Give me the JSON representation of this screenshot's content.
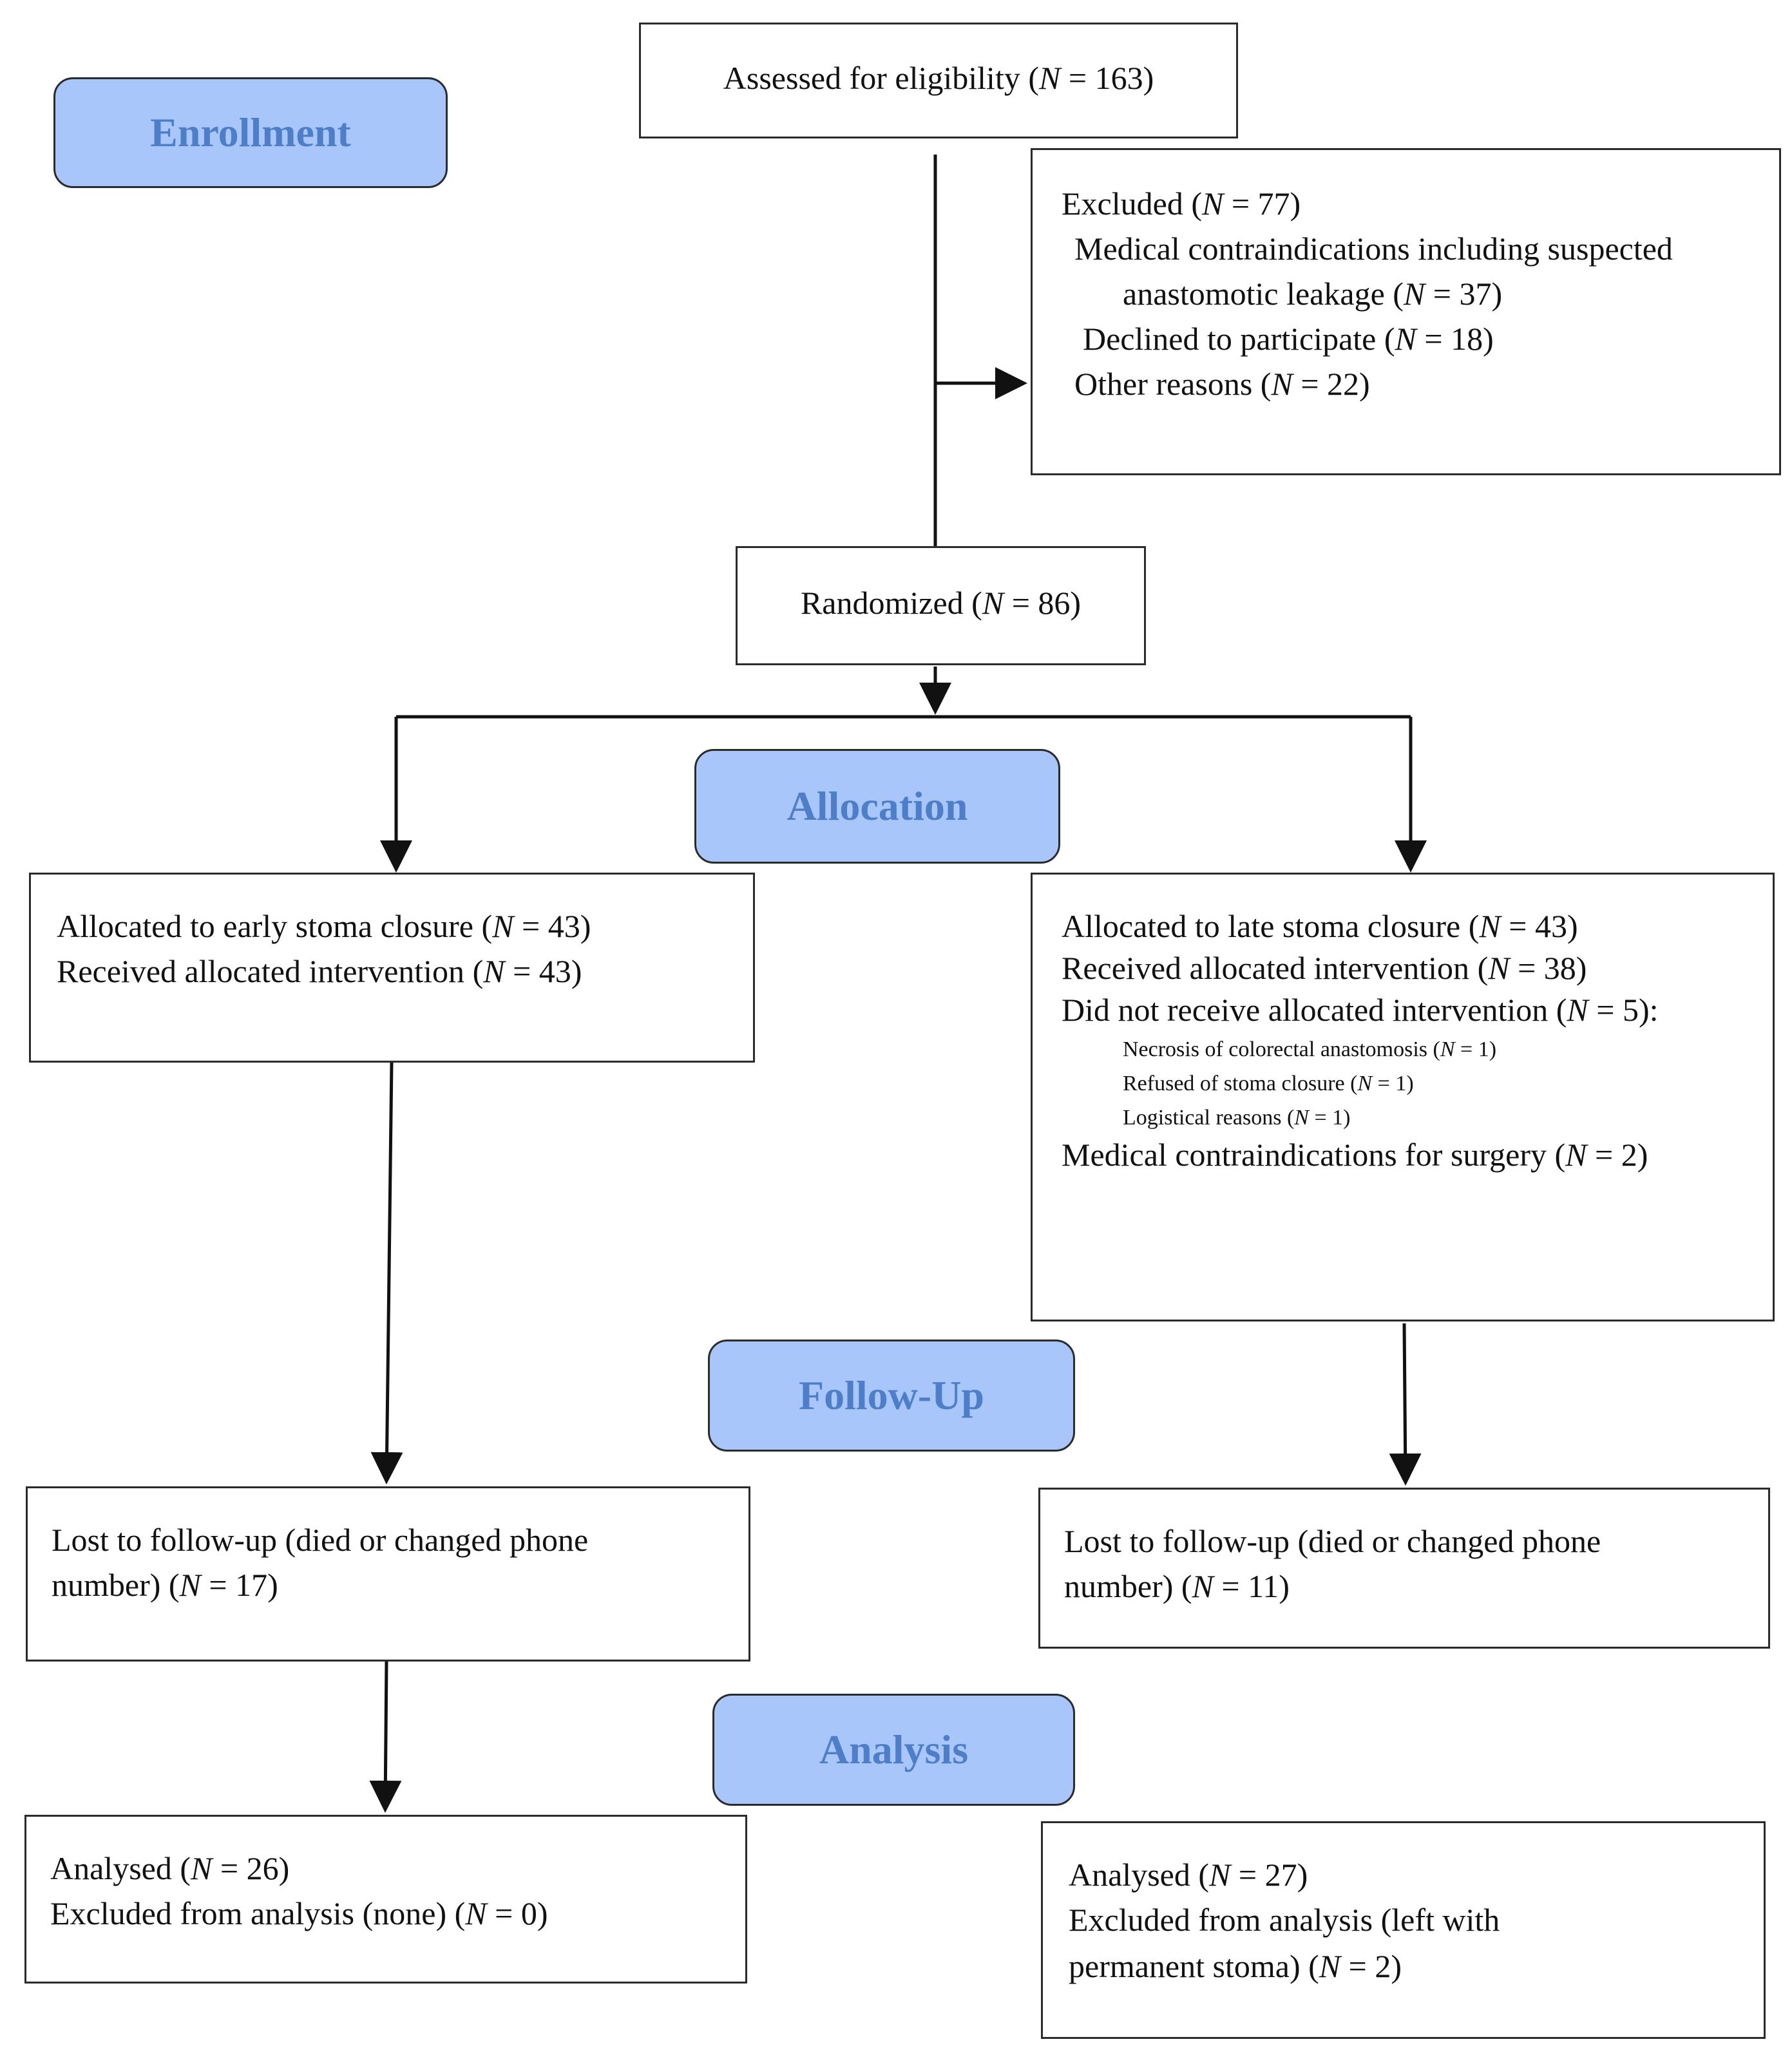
{
  "stages": {
    "enrollment": "Enrollment",
    "allocation": "Allocation",
    "follow_up": "Follow-Up",
    "analysis": "Analysis"
  },
  "assessed": {
    "text": "Assessed for eligibility (N = 163)"
  },
  "excluded": {
    "title": "Excluded (N = 77)",
    "medical_line1": "Medical contraindications including suspected",
    "medical_line2": "anastomotic leakage (N = 37)",
    "declined": "Declined to participate (N = 18)",
    "other": "Other reasons (N = 22)"
  },
  "randomized": {
    "text": "Randomized (N = 86)"
  },
  "early": {
    "allocated": "Allocated to early stoma closure (N = 43)",
    "received": "Received allocated intervention (N = 43)"
  },
  "late": {
    "allocated": "Allocated to late stoma closure (N = 43)",
    "received": "Received allocated intervention (N = 38)",
    "not_received": "Did not receive allocated intervention (N = 5):",
    "necrosis": "Necrosis of colorectal anastomosis (N = 1)",
    "refused": "Refused of stoma closure (N = 1)",
    "logistical": "Logistical reasons (N = 1)",
    "medical": "Medical contraindications for surgery (N = 2)"
  },
  "lost_early": {
    "line1": "Lost to follow-up (died or changed phone",
    "line2": "number) (N = 17)"
  },
  "lost_late": {
    "line1": "Lost to follow-up (died or changed phone",
    "line2": "number) (N = 11)"
  },
  "analysed_early": {
    "line1": "Analysed (N = 26)",
    "line2": "Excluded from analysis (none) (N = 0)"
  },
  "analysed_late": {
    "line1": "Analysed (N = 27)",
    "line2": "Excluded from analysis (left with",
    "line3": "permanent stoma) (N = 2)"
  }
}
